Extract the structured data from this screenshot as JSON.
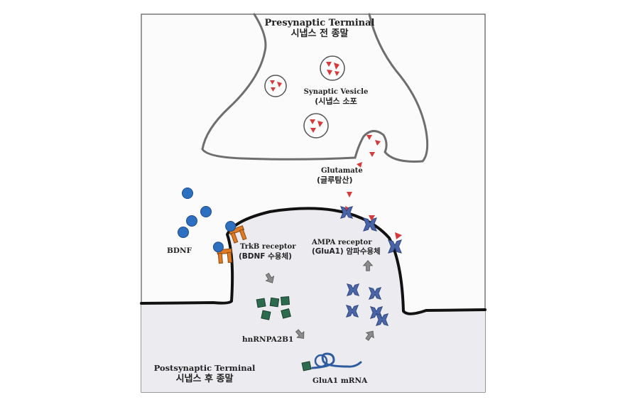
{
  "labels": {
    "presynaptic_en": "Presynaptic Terminal",
    "presynaptic_ko": "시냅스 전 종말",
    "vesicle_en": "Synaptic Vesicle",
    "vesicle_ko": "(시냅스 소포",
    "glutamate_en": "Glutamate",
    "glutamate_ko": "(글루탐산)",
    "bdnf": "BDNF",
    "trkb_en": "TrkB receptor",
    "trkb_ko": "(BDNF 수용체)",
    "ampa_en": "AMPA receptor",
    "ampa_ko": "(GluA1) 암파수용체",
    "hnrnp": "hnRNPA2B1",
    "glua1_mrna": "GluA1 mRNA",
    "postsynaptic_en": "Postsynaptic Terminal",
    "postsynaptic_ko": "시냅스 후 종말"
  },
  "colors": {
    "vesicle_triangle": "#d63a3a",
    "bdnf": "#2f6fc0",
    "trkb": "#e07b24",
    "ampa": "#4a64a8",
    "hnrnp": "#2d6b4e",
    "arrow": "#8a8a8a"
  }
}
